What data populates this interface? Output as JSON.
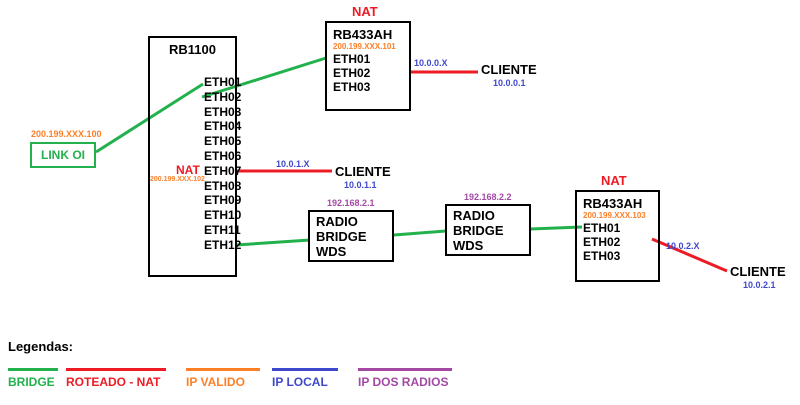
{
  "colors": {
    "bridge_green": "#22b14c",
    "roteado_nat_red": "#ed1c24",
    "ip_valido_orange": "#ff7f27",
    "ip_local_blue": "#3f48cc",
    "ip_dos_radios_purple": "#a349a4"
  },
  "link_oi": {
    "label": "LINK OI",
    "ip": "200.199.XXX.100"
  },
  "rb1100": {
    "title": "RB1100",
    "nat_label": "NAT",
    "nat_ip": "200.199.XXX.102",
    "ports": [
      "ETH01",
      "ETH02",
      "ETH03",
      "ETH04",
      "ETH05",
      "ETH06",
      "ETH07",
      "ETH08",
      "ETH09",
      "ETH10",
      "ETH11",
      "ETH12"
    ]
  },
  "nat_top": {
    "nat_label": "NAT",
    "title": "RB433AH",
    "ip": "200.199.XXX.101",
    "ports": [
      "ETH01",
      "ETH02",
      "ETH03"
    ]
  },
  "nat_right": {
    "nat_label": "NAT",
    "title": "RB433AH",
    "ip": "200.199.XXX.103",
    "ports": [
      "ETH01",
      "ETH02",
      "ETH03"
    ]
  },
  "cliente_top": {
    "label": "CLIENTE",
    "subnet": "10.0.0.X",
    "ip": "10.0.0.1"
  },
  "cliente_mid": {
    "label": "CLIENTE",
    "subnet": "10.0.1.X",
    "ip": "10.0.1.1"
  },
  "cliente_bottom": {
    "label": "CLIENTE",
    "subnet": "10.0.2.X",
    "ip": "10.0.2.1"
  },
  "radio1": {
    "ip": "192.168.2.1",
    "lines": [
      "RADIO",
      "BRIDGE",
      "WDS"
    ]
  },
  "radio2": {
    "ip": "192.168.2.2",
    "lines": [
      "RADIO",
      "BRIDGE",
      "WDS"
    ]
  },
  "legend": {
    "title": "Legendas:",
    "items": [
      {
        "label": "BRIDGE",
        "color": "#22b14c"
      },
      {
        "label": "ROTEADO - NAT",
        "color": "#ed1c24"
      },
      {
        "label": "IP VALIDO",
        "color": "#ff7f27"
      },
      {
        "label": "IP LOCAL",
        "color": "#3f48cc"
      },
      {
        "label": "IP DOS RADIOS",
        "color": "#a349a4"
      }
    ]
  }
}
